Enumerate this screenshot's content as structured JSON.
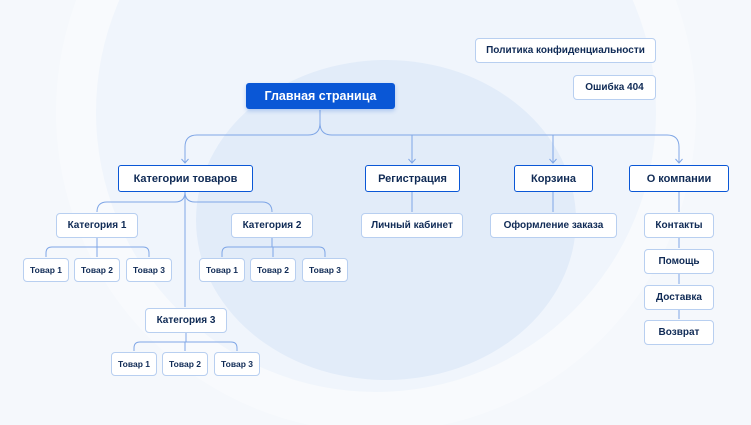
{
  "colors": {
    "accent": "#0a57d6",
    "line": "#7fa6e6",
    "border": "#b8cff0",
    "text": "#0f2a55",
    "background": "#f5f8fc"
  },
  "root": {
    "label": "Главная страница"
  },
  "extras": {
    "privacy": "Политика конфиденциальности",
    "error404": "Ошибка 404"
  },
  "sections": {
    "catalog": "Категории товаров",
    "registration": "Регистрация",
    "cart": "Корзина",
    "about": "О компании"
  },
  "catalog": {
    "cat1": {
      "label": "Категория 1",
      "items": [
        "Товар 1",
        "Товар 2",
        "Товар 3"
      ]
    },
    "cat2": {
      "label": "Категория 2",
      "items": [
        "Товар 1",
        "Товар 2",
        "Товар 3"
      ]
    },
    "cat3": {
      "label": "Категория 3",
      "items": [
        "Товар 1",
        "Товар 2",
        "Товар 3"
      ]
    }
  },
  "registration": {
    "child": "Личный кабинет"
  },
  "cart": {
    "child": "Оформление заказа"
  },
  "about": {
    "children": [
      "Контакты",
      "Помощь",
      "Доставка",
      "Возврат"
    ]
  }
}
